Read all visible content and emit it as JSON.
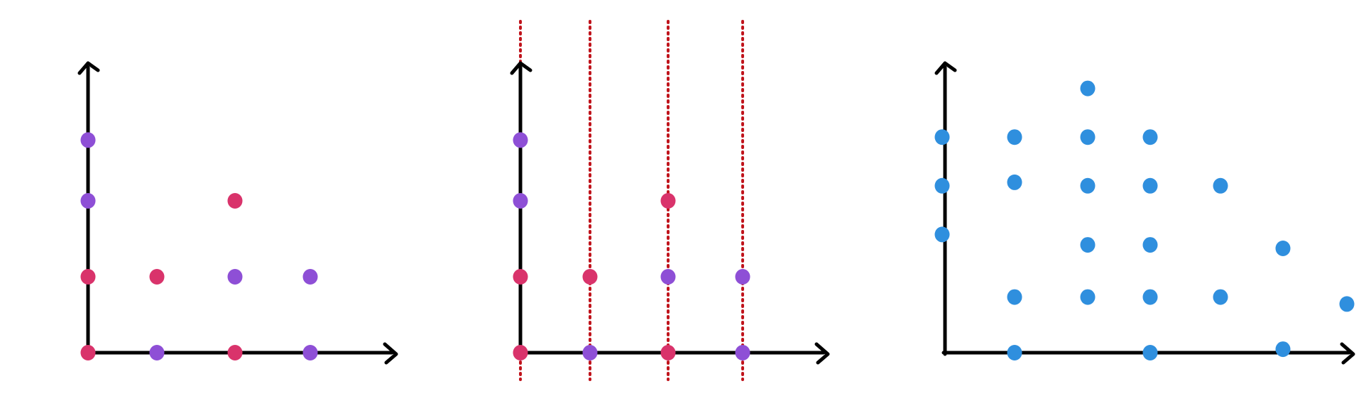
{
  "colors": {
    "axis": "#000000",
    "pink": "#d9336b",
    "purple": "#8e4fd6",
    "blue": "#2f8fde",
    "guide": "#c0141c",
    "background": "#ffffff"
  },
  "icons": [
    "arrow-up-icon",
    "arrow-right-icon"
  ],
  "chart_data": [
    {
      "type": "scatter",
      "title": "",
      "xlabel": "",
      "ylabel": "",
      "grid": false,
      "series": [
        {
          "color": "pink",
          "points": [
            [
              0,
              0
            ],
            [
              0,
              1
            ],
            [
              1,
              1
            ],
            [
              2,
              0
            ],
            [
              2,
              2
            ]
          ]
        },
        {
          "color": "purple",
          "points": [
            [
              0,
              2
            ],
            [
              0,
              2.8
            ],
            [
              1,
              0
            ],
            [
              2,
              1
            ],
            [
              3,
              0
            ],
            [
              3,
              1
            ]
          ]
        }
      ]
    },
    {
      "type": "scatter",
      "title": "",
      "xlabel": "",
      "ylabel": "",
      "grid": false,
      "guides_x": [
        0,
        1,
        2,
        3
      ],
      "series": [
        {
          "color": "pink",
          "points": [
            [
              0,
              0
            ],
            [
              0,
              1
            ],
            [
              1,
              1
            ],
            [
              2,
              0
            ],
            [
              2,
              2
            ]
          ]
        },
        {
          "color": "purple",
          "points": [
            [
              0,
              2
            ],
            [
              0,
              2.8
            ],
            [
              1,
              0
            ],
            [
              2,
              1
            ],
            [
              3,
              0
            ],
            [
              3,
              1
            ]
          ]
        }
      ]
    },
    {
      "type": "scatter",
      "title": "",
      "xlabel": "",
      "ylabel": "",
      "grid": false,
      "series": [
        {
          "color": "blue",
          "points": [
            [
              0,
              3.1
            ],
            [
              0,
              2.4
            ],
            [
              0,
              1.7
            ],
            [
              1,
              3.1
            ],
            [
              1,
              2.45
            ],
            [
              1,
              0.8
            ],
            [
              1,
              0
            ],
            [
              2,
              3.8
            ],
            [
              2,
              3.1
            ],
            [
              2,
              2.4
            ],
            [
              2,
              1.55
            ],
            [
              2,
              0.8
            ],
            [
              3,
              3.1
            ],
            [
              3,
              2.4
            ],
            [
              3,
              1.55
            ],
            [
              3,
              0.8
            ],
            [
              3,
              0
            ],
            [
              4,
              2.4
            ],
            [
              4,
              0.8
            ],
            [
              5,
              1.5
            ],
            [
              5,
              0.05
            ],
            [
              6,
              0.7
            ]
          ]
        }
      ]
    }
  ]
}
